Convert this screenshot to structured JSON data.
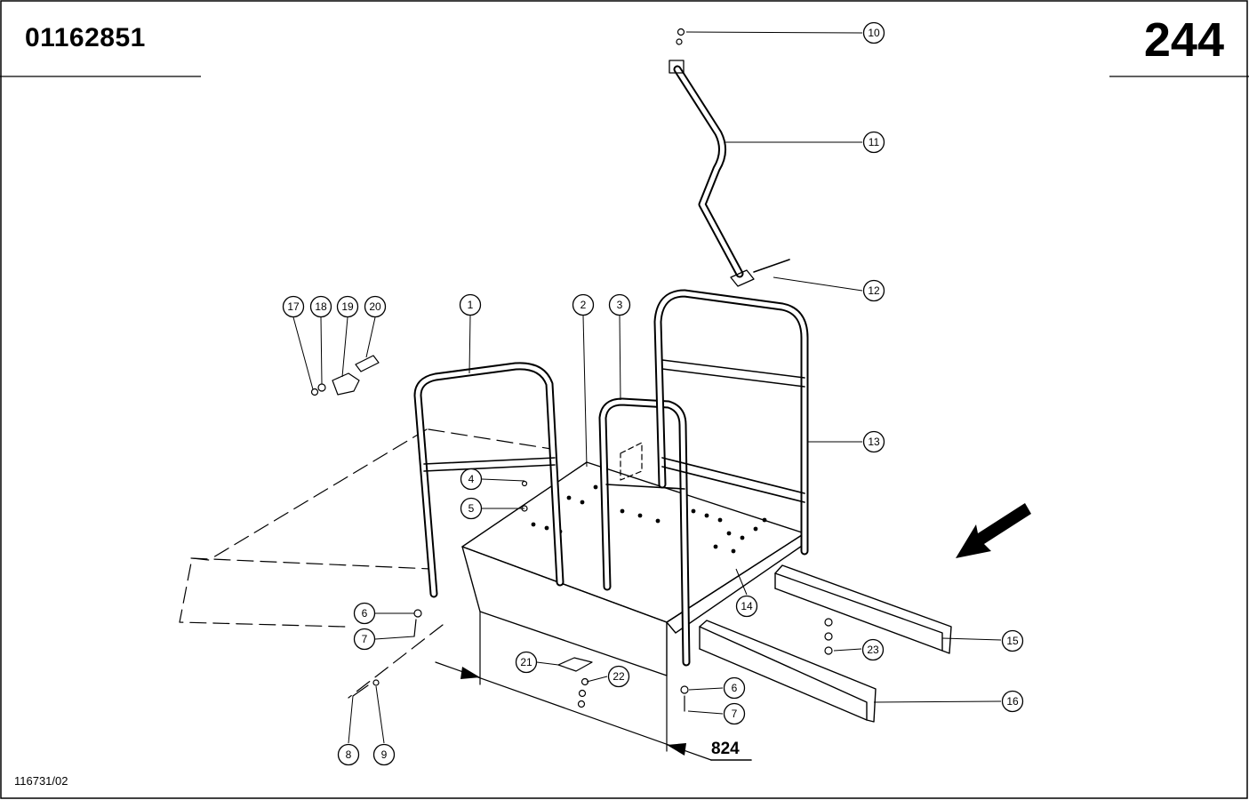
{
  "header": {
    "part_number": "01162851",
    "page_number": "244"
  },
  "footer": {
    "drawing_code": "116731/02"
  },
  "dimension": {
    "label": "824"
  },
  "callouts": [
    {
      "label": "1"
    },
    {
      "label": "2"
    },
    {
      "label": "3"
    },
    {
      "label": "4"
    },
    {
      "label": "5"
    },
    {
      "label": "6"
    },
    {
      "label": "7"
    },
    {
      "label": "8"
    },
    {
      "label": "9"
    },
    {
      "label": "10"
    },
    {
      "label": "11"
    },
    {
      "label": "12"
    },
    {
      "label": "13"
    },
    {
      "label": "14"
    },
    {
      "label": "15"
    },
    {
      "label": "16"
    },
    {
      "label": "17"
    },
    {
      "label": "18"
    },
    {
      "label": "19"
    },
    {
      "label": "20"
    },
    {
      "label": "21"
    },
    {
      "label": "22"
    },
    {
      "label": "23"
    },
    {
      "label": "6"
    },
    {
      "label": "7"
    }
  ]
}
